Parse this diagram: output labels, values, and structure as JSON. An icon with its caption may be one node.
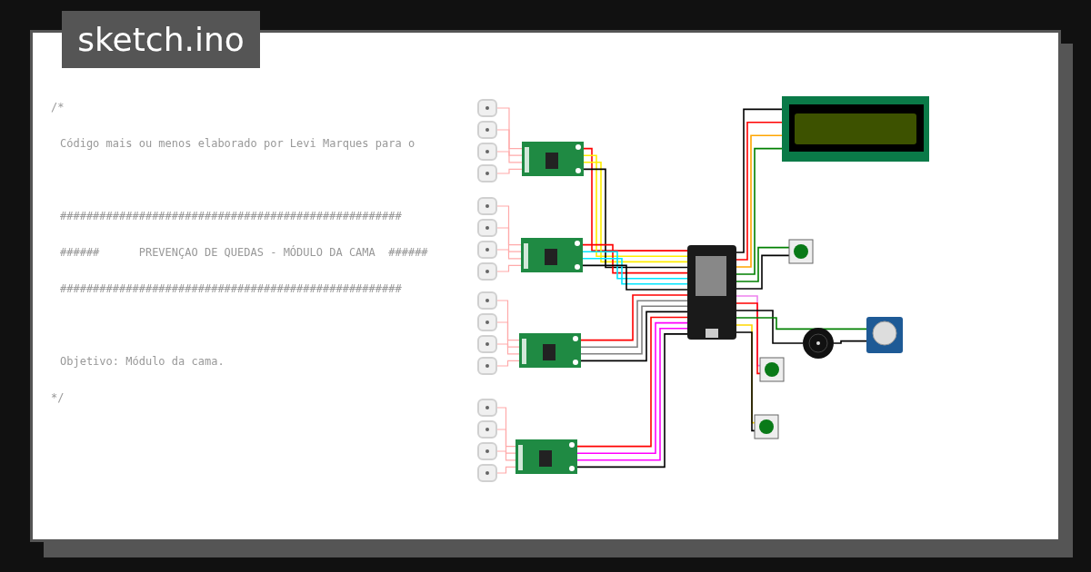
{
  "diagram": {
    "nodes": [
      {
        "text": [],
        "shape": "picture"
      },
      {
        "text": [],
        "shape": "picture"
      },
      {
        "text": [],
        "shape": "picture"
      },
      {
        "text": [],
        "shape": "picture"
      },
      {
        "text": [],
        "shape": "picture"
      },
      {
        "text": [],
        "shape": "picture"
      },
      {
        "text": [],
        "shape": "picture"
      },
      {
        "text": [],
        "shape": "picture"
      },
      {
        "text": [],
        "shape": "picture"
      },
      {
        "text": [],
        "shape": "picture"
      },
      {
        "text": [],
        "shape": "picture"
      },
      {
        "text": [],
        "shape": "picture"
      },
      {
        "text": [],
        "shape": "picture"
      },
      {
        "text": [],
        "shape": "picture"
      },
      {
        "text": [],
        "shape": "picture"
      },
      {
        "text": [],
        "shape": "picture"
      },
      {
        "text": [],
        "shape": "picture"
      },
      {
        "text": [],
        "shape": "picture"
      },
      {
        "text": [],
        "shape": "picture"
      },
      {
        "text": [],
        "shape": "picture"
      },
      {
        "text": [],
        "shape": "picture"
      },
      {
        "text": [],
        "shape": "picture"
      },
      {
        "text": [],
        "shape": "picture"
      },
      {
        "text": [],
        "shape": "picture"
      },
      {
        "text": [],
        "shape": "picture"
      },
      {
        "text": [],
        "shape": "picture"
      },
      {
        "text": [],
        "shape": "picture"
      }
    ],
    "edges": [
      {
        "from": 0,
        "to": 16,
        "arrow": "none",
        "color": "#ffaaaa"
      },
      {
        "from": 1,
        "to": 16,
        "arrow": "none",
        "color": "#ffaaaa"
      },
      {
        "from": 2,
        "to": 16,
        "arrow": "none",
        "color": "#ffaaaa"
      },
      {
        "from": 3,
        "to": 16,
        "arrow": "none",
        "color": "#ffaaaa"
      },
      {
        "from": 4,
        "to": 17,
        "arrow": "none",
        "color": "#ffaaaa"
      },
      {
        "from": 5,
        "to": 17,
        "arrow": "none",
        "color": "#ffaaaa"
      },
      {
        "from": 6,
        "to": 17,
        "arrow": "none",
        "color": "#ffaaaa"
      },
      {
        "from": 7,
        "to": 17,
        "arrow": "none",
        "color": "#ffaaaa"
      },
      {
        "from": 8,
        "to": 18,
        "arrow": "none",
        "color": "#ffaaaa"
      },
      {
        "from": 9,
        "to": 18,
        "arrow": "none",
        "color": "#ffaaaa"
      },
      {
        "from": 10,
        "to": 18,
        "arrow": "none",
        "color": "#ffaaaa"
      },
      {
        "from": 11,
        "to": 18,
        "arrow": "none",
        "color": "#ffaaaa"
      },
      {
        "from": 12,
        "to": 19,
        "arrow": "none",
        "color": "#ffaaaa"
      },
      {
        "from": 13,
        "to": 19,
        "arrow": "none",
        "color": "#ffaaaa"
      },
      {
        "from": 14,
        "to": 19,
        "arrow": "none",
        "color": "#ffaaaa"
      },
      {
        "from": 15,
        "to": 19,
        "arrow": "none",
        "color": "#ffaaaa"
      },
      {
        "from": 16,
        "to": 20,
        "arrow": "none",
        "color": "#ff0000"
      },
      {
        "from": 16,
        "to": 20,
        "arrow": "none",
        "color": "#ffee00"
      },
      {
        "from": 16,
        "to": 20,
        "arrow": "none",
        "color": "#ffee00"
      },
      {
        "from": 16,
        "to": 20,
        "arrow": "none",
        "color": "#000000"
      },
      {
        "from": 17,
        "to": 20,
        "arrow": "none",
        "color": "#ff0000"
      },
      {
        "from": 17,
        "to": 20,
        "arrow": "none",
        "color": "#00e5ff"
      },
      {
        "from": 17,
        "to": 20,
        "arrow": "none",
        "color": "#00e5ff"
      },
      {
        "from": 17,
        "to": 20,
        "arrow": "none",
        "color": "#000000"
      },
      {
        "from": 18,
        "to": 20,
        "arrow": "none",
        "color": "#ff0000"
      },
      {
        "from": 18,
        "to": 20,
        "arrow": "none",
        "color": "#808080"
      },
      {
        "from": 18,
        "to": 20,
        "arrow": "none",
        "color": "#808080"
      },
      {
        "from": 18,
        "to": 20,
        "arrow": "none",
        "color": "#000000"
      },
      {
        "from": 19,
        "to": 20,
        "arrow": "none",
        "color": "#ff0000"
      },
      {
        "from": 19,
        "to": 20,
        "arrow": "none",
        "color": "#ff00ff"
      },
      {
        "from": 19,
        "to": 20,
        "arrow": "none",
        "color": "#ff00ff"
      },
      {
        "from": 19,
        "to": 20,
        "arrow": "none",
        "color": "#000000"
      },
      {
        "from": 20,
        "to": 21,
        "arrow": "none",
        "color": "#000000"
      },
      {
        "from": 20,
        "to": 21,
        "arrow": "none",
        "color": "#ff0000"
      },
      {
        "from": 20,
        "to": 21,
        "arrow": "none",
        "color": "#ffa500"
      },
      {
        "from": 20,
        "to": 21,
        "arrow": "none",
        "color": "#008000"
      },
      {
        "from": 20,
        "to": 22,
        "arrow": "none",
        "color": "#008000"
      },
      {
        "from": 20,
        "to": 22,
        "arrow": "none",
        "color": "#000000"
      },
      {
        "from": 20,
        "to": 23,
        "arrow": "none",
        "color": "#ee82ee"
      },
      {
        "from": 20,
        "to": 23,
        "arrow": "none",
        "color": "#ff0000"
      },
      {
        "from": 20,
        "to": 24,
        "arrow": "none",
        "color": "#000000"
      },
      {
        "from": 20,
        "to": 25,
        "arrow": "none",
        "color": "#008000"
      },
      {
        "from": 24,
        "to": 25,
        "arrow": "none",
        "color": "#000000"
      },
      {
        "from": 20,
        "to": 26,
        "arrow": "none",
        "color": "#ffd700"
      },
      {
        "from": 20,
        "to": 26,
        "arrow": "none",
        "color": "#000000"
      }
    ],
    "labels": [
      "sketch.ino",
      "/*",
      "Código mais ou menos elaborado por Levi Marques para o",
      "####################################################",
      "######      PREVENÇAO DE QUEDAS - MÓDULO DA CAMA  ######",
      "####################################################",
      "Objetivo: Módulo da cama.",
      "*/"
    ]
  }
}
